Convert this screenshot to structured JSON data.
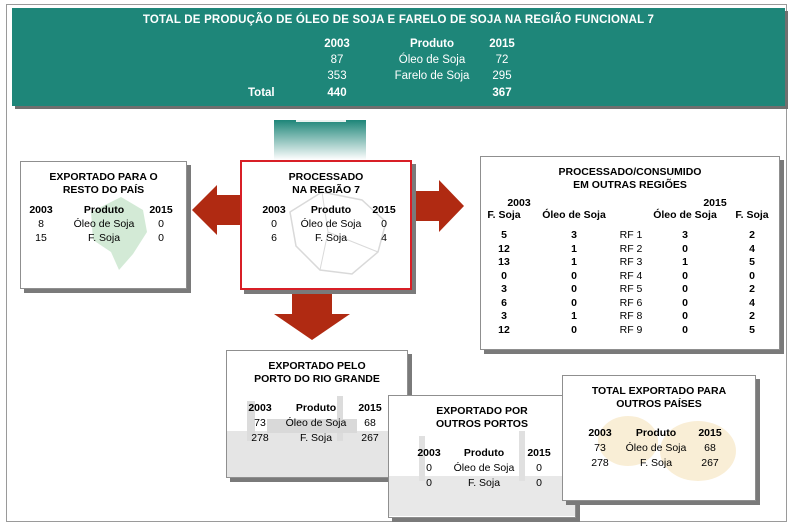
{
  "banner": {
    "title": "TOTAL DE PRODUÇÃO DE ÓLEO DE SOJA E FARELO DE SOJA NA REGIÃO FUNCIONAL 7",
    "headers": [
      "2003",
      "Produto",
      "2015"
    ],
    "rows": [
      {
        "y2003": "87",
        "produto": "Óleo de Soja",
        "y2015": "72"
      },
      {
        "y2003": "353",
        "produto": "Farelo de Soja",
        "y2015": "295"
      }
    ],
    "total_label": "Total",
    "total_2003": "440",
    "total_2015": "367"
  },
  "exported_country": {
    "title_line1": "EXPORTADO PARA O",
    "title_line2": "RESTO DO PAÍS",
    "headers": [
      "2003",
      "Produto",
      "2015"
    ],
    "rows": [
      {
        "y2003": "8",
        "produto": "Óleo de Soja",
        "y2015": "0"
      },
      {
        "y2003": "15",
        "produto": "F. Soja",
        "y2015": "0"
      }
    ]
  },
  "processed_region": {
    "title_line1": "PROCESSADO",
    "title_line2": "NA REGIÃO 7",
    "headers": [
      "2003",
      "Produto",
      "2015"
    ],
    "rows": [
      {
        "y2003": "0",
        "produto": "Óleo de Soja",
        "y2015": "0"
      },
      {
        "y2003": "6",
        "produto": "F. Soja",
        "y2015": "4"
      }
    ]
  },
  "other_regions": {
    "title_line1": "PROCESSADO/CONSUMIDO",
    "title_line2": "EM OUTRAS REGIÕES",
    "year_2003": "2003",
    "year_2015": "2015",
    "headers": [
      "F. Soja",
      "Óleo de Soja",
      "Óleo de Soja",
      "F. Soja"
    ],
    "rows": [
      {
        "fs2003": "5",
        "os2003": "3",
        "rf": "RF 1",
        "os2015": "3",
        "fs2015": "2"
      },
      {
        "fs2003": "12",
        "os2003": "1",
        "rf": "RF 2",
        "os2015": "0",
        "fs2015": "4"
      },
      {
        "fs2003": "13",
        "os2003": "1",
        "rf": "RF 3",
        "os2015": "1",
        "fs2015": "5"
      },
      {
        "fs2003": "0",
        "os2003": "0",
        "rf": "RF 4",
        "os2015": "0",
        "fs2015": "0"
      },
      {
        "fs2003": "3",
        "os2003": "0",
        "rf": "RF 5",
        "os2015": "0",
        "fs2015": "2"
      },
      {
        "fs2003": "6",
        "os2003": "0",
        "rf": "RF 6",
        "os2015": "0",
        "fs2015": "4"
      },
      {
        "fs2003": "3",
        "os2003": "1",
        "rf": "RF 8",
        "os2015": "0",
        "fs2015": "2"
      },
      {
        "fs2003": "12",
        "os2003": "0",
        "rf": "RF 9",
        "os2015": "0",
        "fs2015": "5"
      }
    ]
  },
  "port_rio_grande": {
    "title_line1": "EXPORTADO PELO",
    "title_line2": "PORTO DO RIO GRANDE",
    "headers": [
      "2003",
      "Produto",
      "2015"
    ],
    "rows": [
      {
        "y2003": "73",
        "produto": "Óleo de Soja",
        "y2015": "68"
      },
      {
        "y2003": "278",
        "produto": "F. Soja",
        "y2015": "267"
      }
    ]
  },
  "other_ports": {
    "title_line1": "EXPORTADO POR",
    "title_line2": "OUTROS PORTOS",
    "headers": [
      "2003",
      "Produto",
      "2015"
    ],
    "rows": [
      {
        "y2003": "0",
        "produto": "Óleo de Soja",
        "y2015": "0"
      },
      {
        "y2003": "0",
        "produto": "F. Soja",
        "y2015": "0"
      }
    ]
  },
  "other_countries": {
    "title_line1": "TOTAL EXPORTADO PARA",
    "title_line2": "OUTROS PAÍSES",
    "headers": [
      "2003",
      "Produto",
      "2015"
    ],
    "rows": [
      {
        "y2003": "73",
        "produto": "Óleo de Soja",
        "y2015": "68"
      },
      {
        "y2003": "278",
        "produto": "F. Soja",
        "y2015": "267"
      }
    ]
  },
  "colors": {
    "banner": "#1e8679",
    "arrow": "#b02a12",
    "highlight_border": "#d81f26"
  }
}
